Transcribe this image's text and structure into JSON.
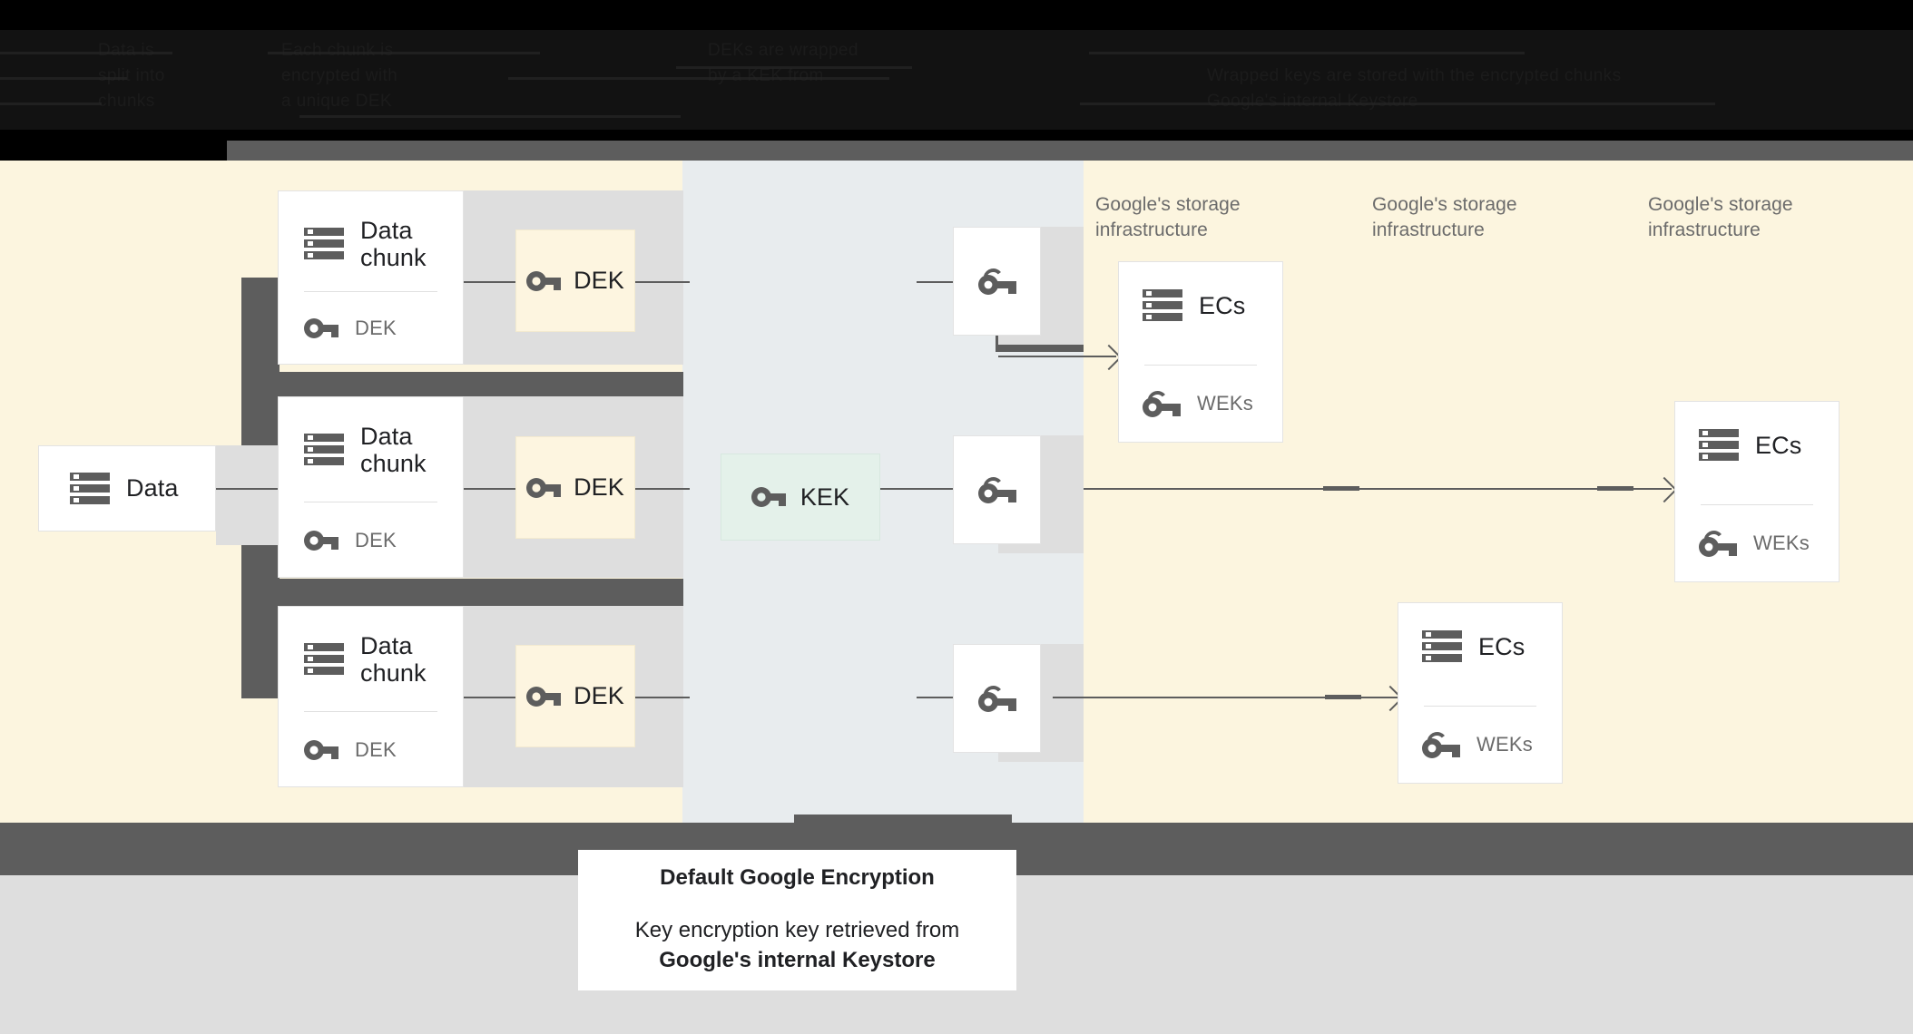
{
  "diagram": {
    "title_caption": {
      "heading": "Default Google Encryption",
      "line1": "Key encryption key retrieved from",
      "line2": "Google's internal Keystore"
    },
    "header_note": {
      "status": "obscured",
      "fragments": [
        "Data is",
        "split into",
        "chunks",
        "Each chunk is",
        "encrypted with",
        "a unique DEK",
        "DEKs are wrapped",
        "by a KEK from",
        "Google's internal Keystore",
        "Wrapped keys are stored with the encrypted chunks"
      ]
    },
    "source": {
      "label": "Data",
      "icon": "database-icon"
    },
    "chunks": [
      {
        "title": "Data chunk",
        "key_label": "DEK",
        "icon": "database-icon",
        "key_icon": "key-icon"
      },
      {
        "title": "Data chunk",
        "key_label": "DEK",
        "icon": "database-icon",
        "key_icon": "key-icon"
      },
      {
        "title": "Data chunk",
        "key_label": "DEK",
        "icon": "database-icon",
        "key_icon": "key-icon"
      }
    ],
    "deks": [
      {
        "label": "DEK",
        "icon": "key-icon"
      },
      {
        "label": "DEK",
        "icon": "key-icon"
      },
      {
        "label": "DEK",
        "icon": "key-icon"
      }
    ],
    "kek": {
      "label": "KEK",
      "icon": "key-icon"
    },
    "wrapped_keys": [
      {
        "icon": "wrapped-key-icon"
      },
      {
        "icon": "wrapped-key-icon"
      },
      {
        "icon": "wrapped-key-icon"
      }
    ],
    "infra_labels": [
      "Google's storage infrastructure",
      "Google's storage infrastructure",
      "Google's storage infrastructure"
    ],
    "ec_cards": [
      {
        "title": "ECs",
        "key_label": "WEKs",
        "icon": "database-icon",
        "key_icon": "wrapped-key-icon"
      },
      {
        "title": "ECs",
        "key_label": "WEKs",
        "icon": "database-icon",
        "key_icon": "wrapped-key-icon"
      },
      {
        "title": "ECs",
        "key_label": "WEKs",
        "icon": "database-icon",
        "key_icon": "wrapped-key-icon"
      }
    ]
  },
  "colors": {
    "canvas_cream": "#fcf5df",
    "canvas_blue": "#e8ecee",
    "dek_fill": "#fdf5e0",
    "kek_fill": "#e4f1ea",
    "card_white": "#ffffff",
    "stroke_grey": "#5d5d5d",
    "footer_grey": "#dedede",
    "text_dark": "#202124",
    "text_muted": "#6b6b6b"
  }
}
